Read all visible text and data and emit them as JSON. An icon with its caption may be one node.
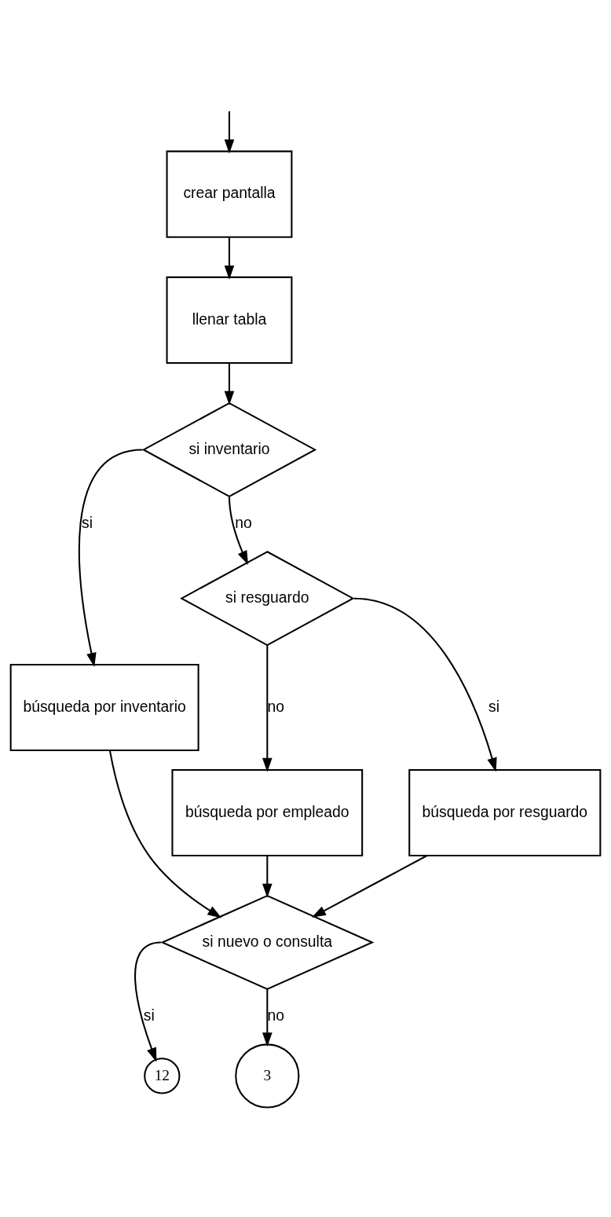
{
  "diagram": {
    "nodes": [
      {
        "text": [
          "crear pantalla"
        ]
      },
      {
        "text": [
          "llenar tabla"
        ]
      },
      {
        "text": [
          "si inventario"
        ]
      },
      {
        "text": [
          "búsqueda por inventario"
        ]
      },
      {
        "text": [
          "si resguardo"
        ]
      },
      {
        "text": [
          "búsqueda por resguardo"
        ]
      },
      {
        "text": [
          "búsqueda por empleado"
        ]
      },
      {
        "text": [
          "si nuevo o consulta"
        ]
      },
      {
        "text": [
          "12"
        ]
      },
      {
        "text": [
          "3"
        ]
      }
    ],
    "edges": [
      {
        "from": null,
        "to": 0,
        "arrow": "to"
      },
      {
        "from": 0,
        "to": 1,
        "arrow": "to"
      },
      {
        "from": 1,
        "to": 2,
        "arrow": "to"
      },
      {
        "from": 2,
        "to": 3,
        "arrow": "to",
        "label": "si"
      },
      {
        "from": 2,
        "to": 4,
        "arrow": "to",
        "label": "no"
      },
      {
        "from": 4,
        "to": 5,
        "arrow": "to",
        "label": "si"
      },
      {
        "from": 4,
        "to": 6,
        "arrow": "to",
        "label": "no"
      },
      {
        "from": 3,
        "to": 7,
        "arrow": "to"
      },
      {
        "from": 6,
        "to": 7,
        "arrow": "to"
      },
      {
        "from": 5,
        "to": 7,
        "arrow": "to"
      },
      {
        "from": 7,
        "to": 8,
        "arrow": "to",
        "label": "si"
      },
      {
        "from": 7,
        "to": 9,
        "arrow": "to",
        "label": "no"
      }
    ]
  }
}
